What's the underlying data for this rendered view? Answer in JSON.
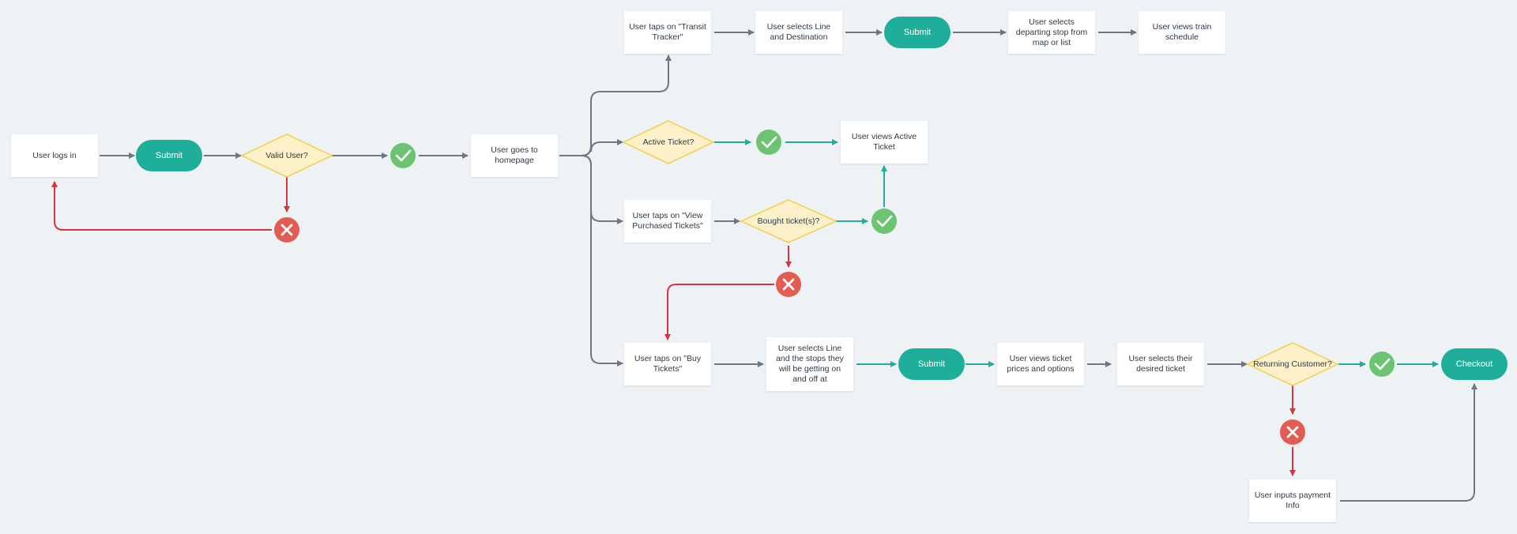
{
  "colors": {
    "background": "#eef2f5",
    "box": "#ffffff",
    "accent": "#1fae9a",
    "decision_fill": "#fdf1c9",
    "decision_stroke": "#f0cf4a",
    "success": "#6cc470",
    "error": "#e25c52",
    "flow_gray": "#6b7785",
    "flow_teal": "#1fae9a",
    "flow_red": "#d9333f"
  },
  "login": {
    "logs_in": "User logs in",
    "submit": "Submit",
    "valid_user": "Valid User?",
    "homepage": "User goes to homepage"
  },
  "tracker": {
    "taps": "User taps on \"Transit Tracker\"",
    "selects_line": "User selects Line and Destination",
    "submit": "Submit",
    "selects_stop": "User selects departing stop from map or list",
    "views_schedule": "User views train schedule"
  },
  "active": {
    "question": "Active Ticket?",
    "views": "User views Active Ticket"
  },
  "purchased": {
    "taps": "User taps on \"View Purchased Tickets\"",
    "question": "Bought ticket(s)?"
  },
  "buy": {
    "taps": "User taps on \"Buy Tickets\"",
    "selects": "User selects Line and the stops they will be getting on and off at",
    "submit": "Submit",
    "views_prices": "User views ticket prices and options",
    "selects_ticket": "User selects their desired ticket",
    "returning": "Returning Customer?",
    "checkout": "Checkout",
    "payment": "User inputs payment Info"
  },
  "icons": {
    "success": "check-circle-icon",
    "error": "x-circle-icon"
  }
}
